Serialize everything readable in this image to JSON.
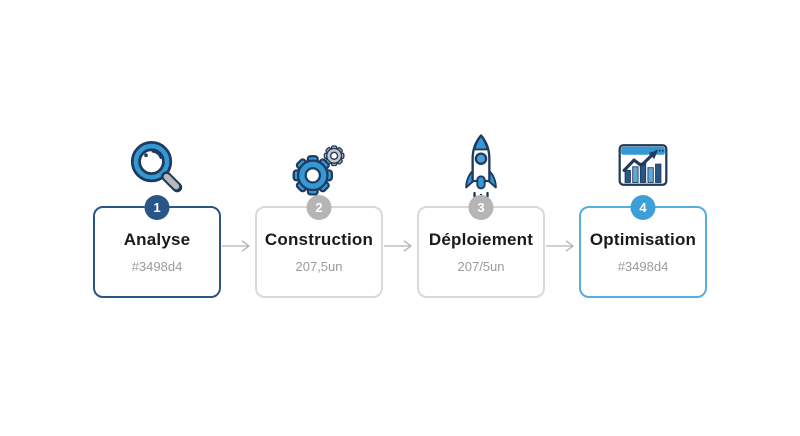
{
  "diagram": {
    "steps": [
      {
        "number": "1",
        "title": "Analyse",
        "subtitle": "#3498d4",
        "icon": "magnifier-icon"
      },
      {
        "number": "2",
        "title": "Construction",
        "subtitle": "207,5un",
        "icon": "gears-icon"
      },
      {
        "number": "3",
        "title": "Déploiement",
        "subtitle": "207/5un",
        "icon": "rocket-icon"
      },
      {
        "number": "4",
        "title": "Optimisation",
        "subtitle": "#3498d4",
        "icon": "chart-icon"
      }
    ],
    "colors": {
      "accent_blue": "#3498d4",
      "step1_border": "#2a5687",
      "step1_badge": "#2a5687",
      "inactive_border": "#d9d9d9",
      "inactive_badge": "#b5b5b5",
      "step4_border": "#54aede",
      "step4_badge": "#3e9fd6",
      "title_text": "#1a1a1a",
      "subtitle_text": "#9b9b9b",
      "arrow": "#b3b3b3",
      "background": "#ffffff"
    }
  }
}
